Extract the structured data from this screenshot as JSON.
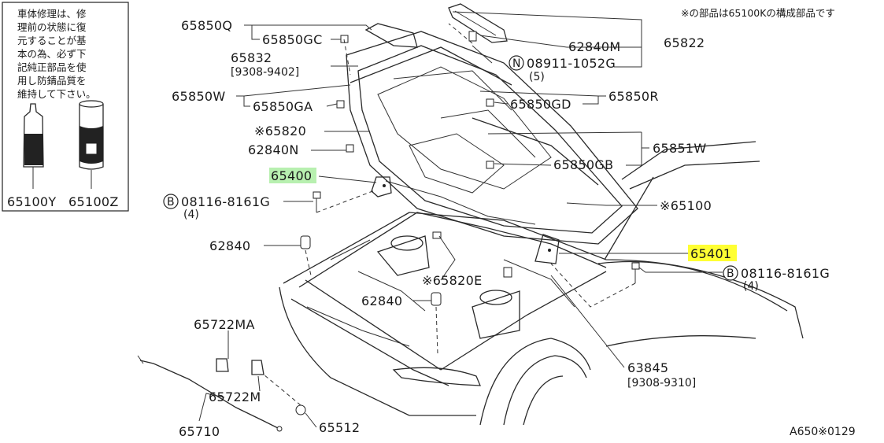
{
  "note_top_right": "※の部品は65100Kの構成部品です",
  "info_box": {
    "lines": [
      "車体修理は、修",
      "理前の状態に復",
      "元することが基",
      "本の為、必ず下",
      "記純正部品を使",
      "用し防錆品質を",
      "維持して下さい。"
    ],
    "label_left": "65100Y",
    "label_right": "65100Z"
  },
  "labels": {
    "p65850Q": "65850Q",
    "p65850GC": "65850GC",
    "p65832": "65832",
    "p65832_date": "[9308-9402]",
    "p65850W": "65850W",
    "p65850GA": "65850GA",
    "p65820": "※65820",
    "p62840N": "62840N",
    "p65400": "65400",
    "b_left_num": "08116-8161G",
    "b_left_qty": "(4)",
    "p62840_a": "62840",
    "p65722MA": "65722MA",
    "p65722M": "65722M",
    "p65710": "65710",
    "p65512": "65512",
    "p62840_b": "62840",
    "p65820E": "※65820E",
    "p62840M": "62840M",
    "p65822": "65822",
    "n_num": "08911-1052G",
    "n_qty": "(5)",
    "p65850GD": "65850GD",
    "p65850R": "65850R",
    "p65851W": "65851W",
    "p65850GB": "65850GB",
    "p65100": "※65100",
    "p65401": "65401",
    "b_right_num": "08116-8161G",
    "b_right_qty": "(4)",
    "p63845": "63845",
    "p63845_date": "[9308-9310]",
    "fig_code": "A650※0129"
  },
  "symbols": {
    "bolt": "B",
    "nut": "N"
  },
  "highlights": {
    "p65400": "#b8f0b0",
    "p65401": "#ffff33"
  }
}
